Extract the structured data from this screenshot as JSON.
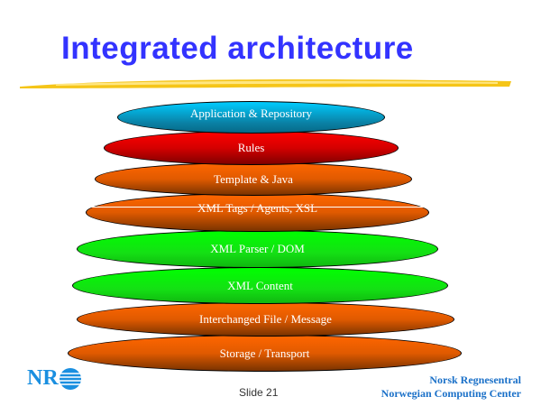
{
  "title": "Integrated architecture",
  "layers": [
    {
      "label": "Application & Repository",
      "color": "#00ccff"
    },
    {
      "label": "Rules",
      "color": "#ff0000"
    },
    {
      "label": "Template & Java",
      "color": "#ff6600"
    },
    {
      "label": "XML Tags / Agents, XSL",
      "color": "#ff6600"
    },
    {
      "label": "XML Parser / DOM",
      "color": "#00ff00"
    },
    {
      "label": "XML Content",
      "color": "#00ff00"
    },
    {
      "label": "Interchanged File / Message",
      "color": "#ff6600"
    },
    {
      "label": "Storage / Transport",
      "color": "#ff6600"
    }
  ],
  "footer": {
    "logo": "NR",
    "slide_number": "Slide 21",
    "org_line1": "Norsk Regnesentral",
    "org_line2": "Norwegian Computing Center"
  }
}
